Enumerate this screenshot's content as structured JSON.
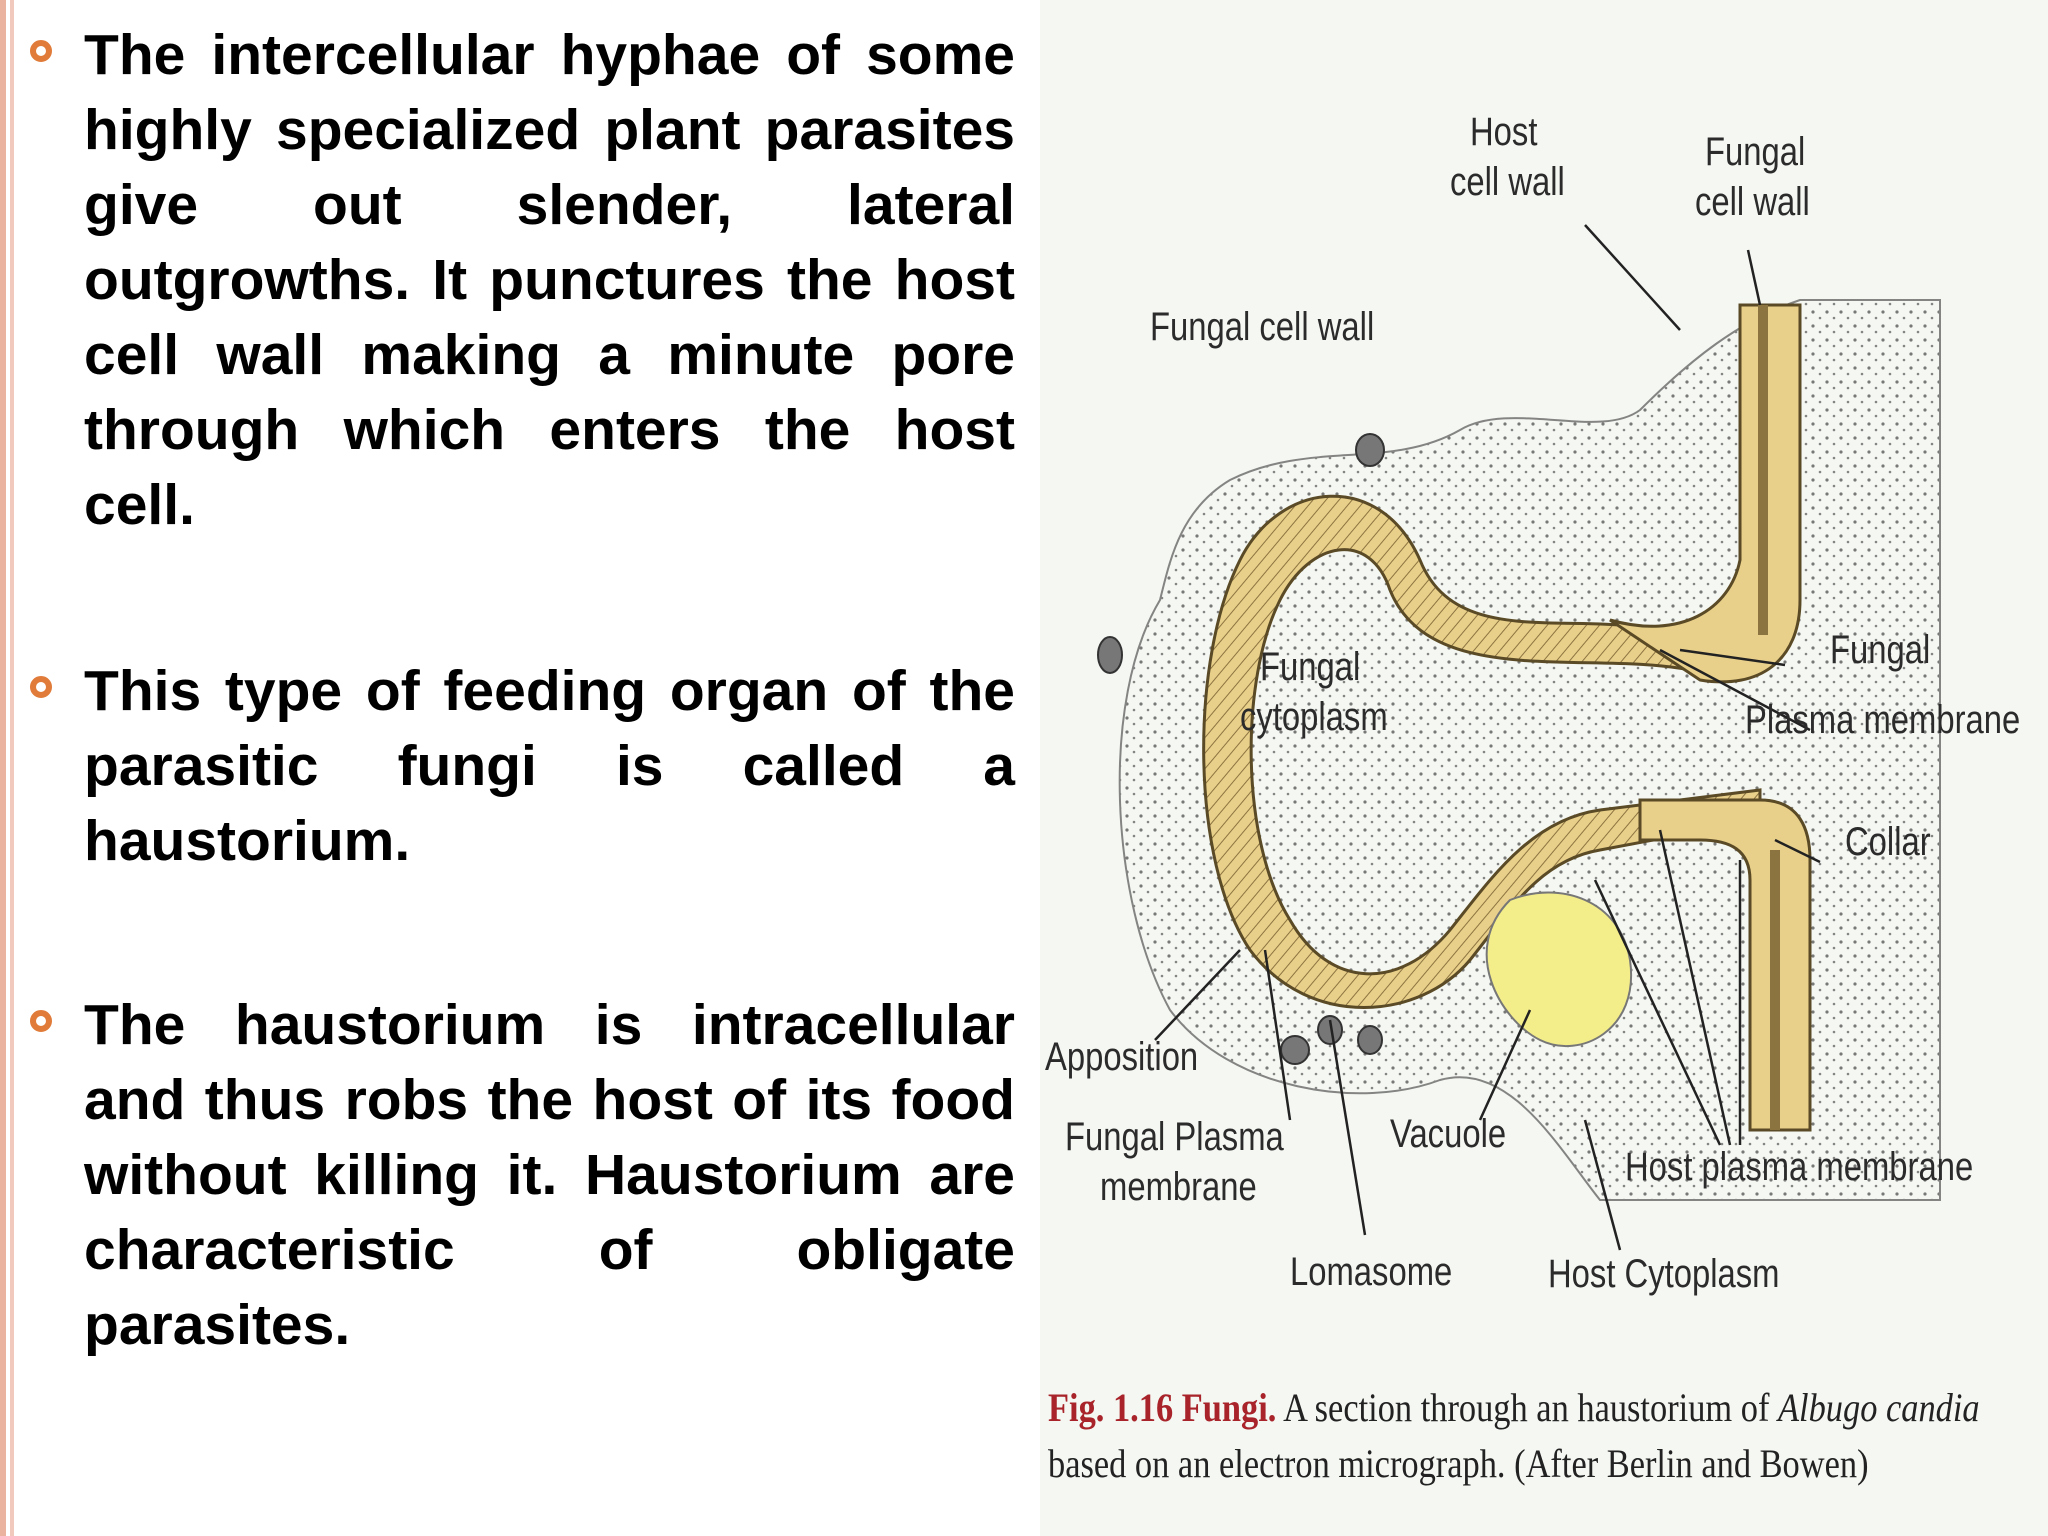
{
  "bullets": [
    {
      "text": "The intercellular hyphae of some highly specialized plant parasites give out slender, lateral outgrowths. It punctures the host cell wall making a minute pore through which enters the host cell."
    },
    {
      "text": "This type of feeding organ of the parasitic fungi is called a haustorium."
    },
    {
      "text": "The haustorium is intracellular and thus robs the host of its food without killing it. Haustorium are characteristic of obligate parasites."
    }
  ],
  "figure": {
    "labels": {
      "host_cell_wall_1": "Host",
      "host_cell_wall_2": "cell wall",
      "fungal_cell_wall_top_1": "Fungal",
      "fungal_cell_wall_top_2": "cell wall",
      "fungal_cell_wall_left": "Fungal cell wall",
      "fungal_cytoplasm_1": "Fungal",
      "fungal_cytoplasm_2": "cytoplasm",
      "fungal_pm_1": "Fungal",
      "fungal_pm_2": "Plasma membrane",
      "collar": "Collar",
      "apposition": "Apposition",
      "fungal_plasma_membrane_1": "Fungal Plasma",
      "fungal_plasma_membrane_2": "membrane",
      "vacuole": "Vacuole",
      "host_plasma_membrane": "Host plasma membrane",
      "lomasome": "Lomasome",
      "host_cytoplasm": "Host Cytoplasm"
    },
    "caption": {
      "figno": "Fig. 1.16 Fungi.",
      "text1": " A section through an haustorium of ",
      "species": "Albugo candia",
      "line2": "based on an electron micrograph. (After Berlin and Bowen)"
    },
    "colors": {
      "wall": "#e8cf8a",
      "wall_dark": "#8c7440",
      "vacuole": "#f4ee8a",
      "bullet": "#e07b39",
      "caption_red": "#a8242a"
    }
  }
}
